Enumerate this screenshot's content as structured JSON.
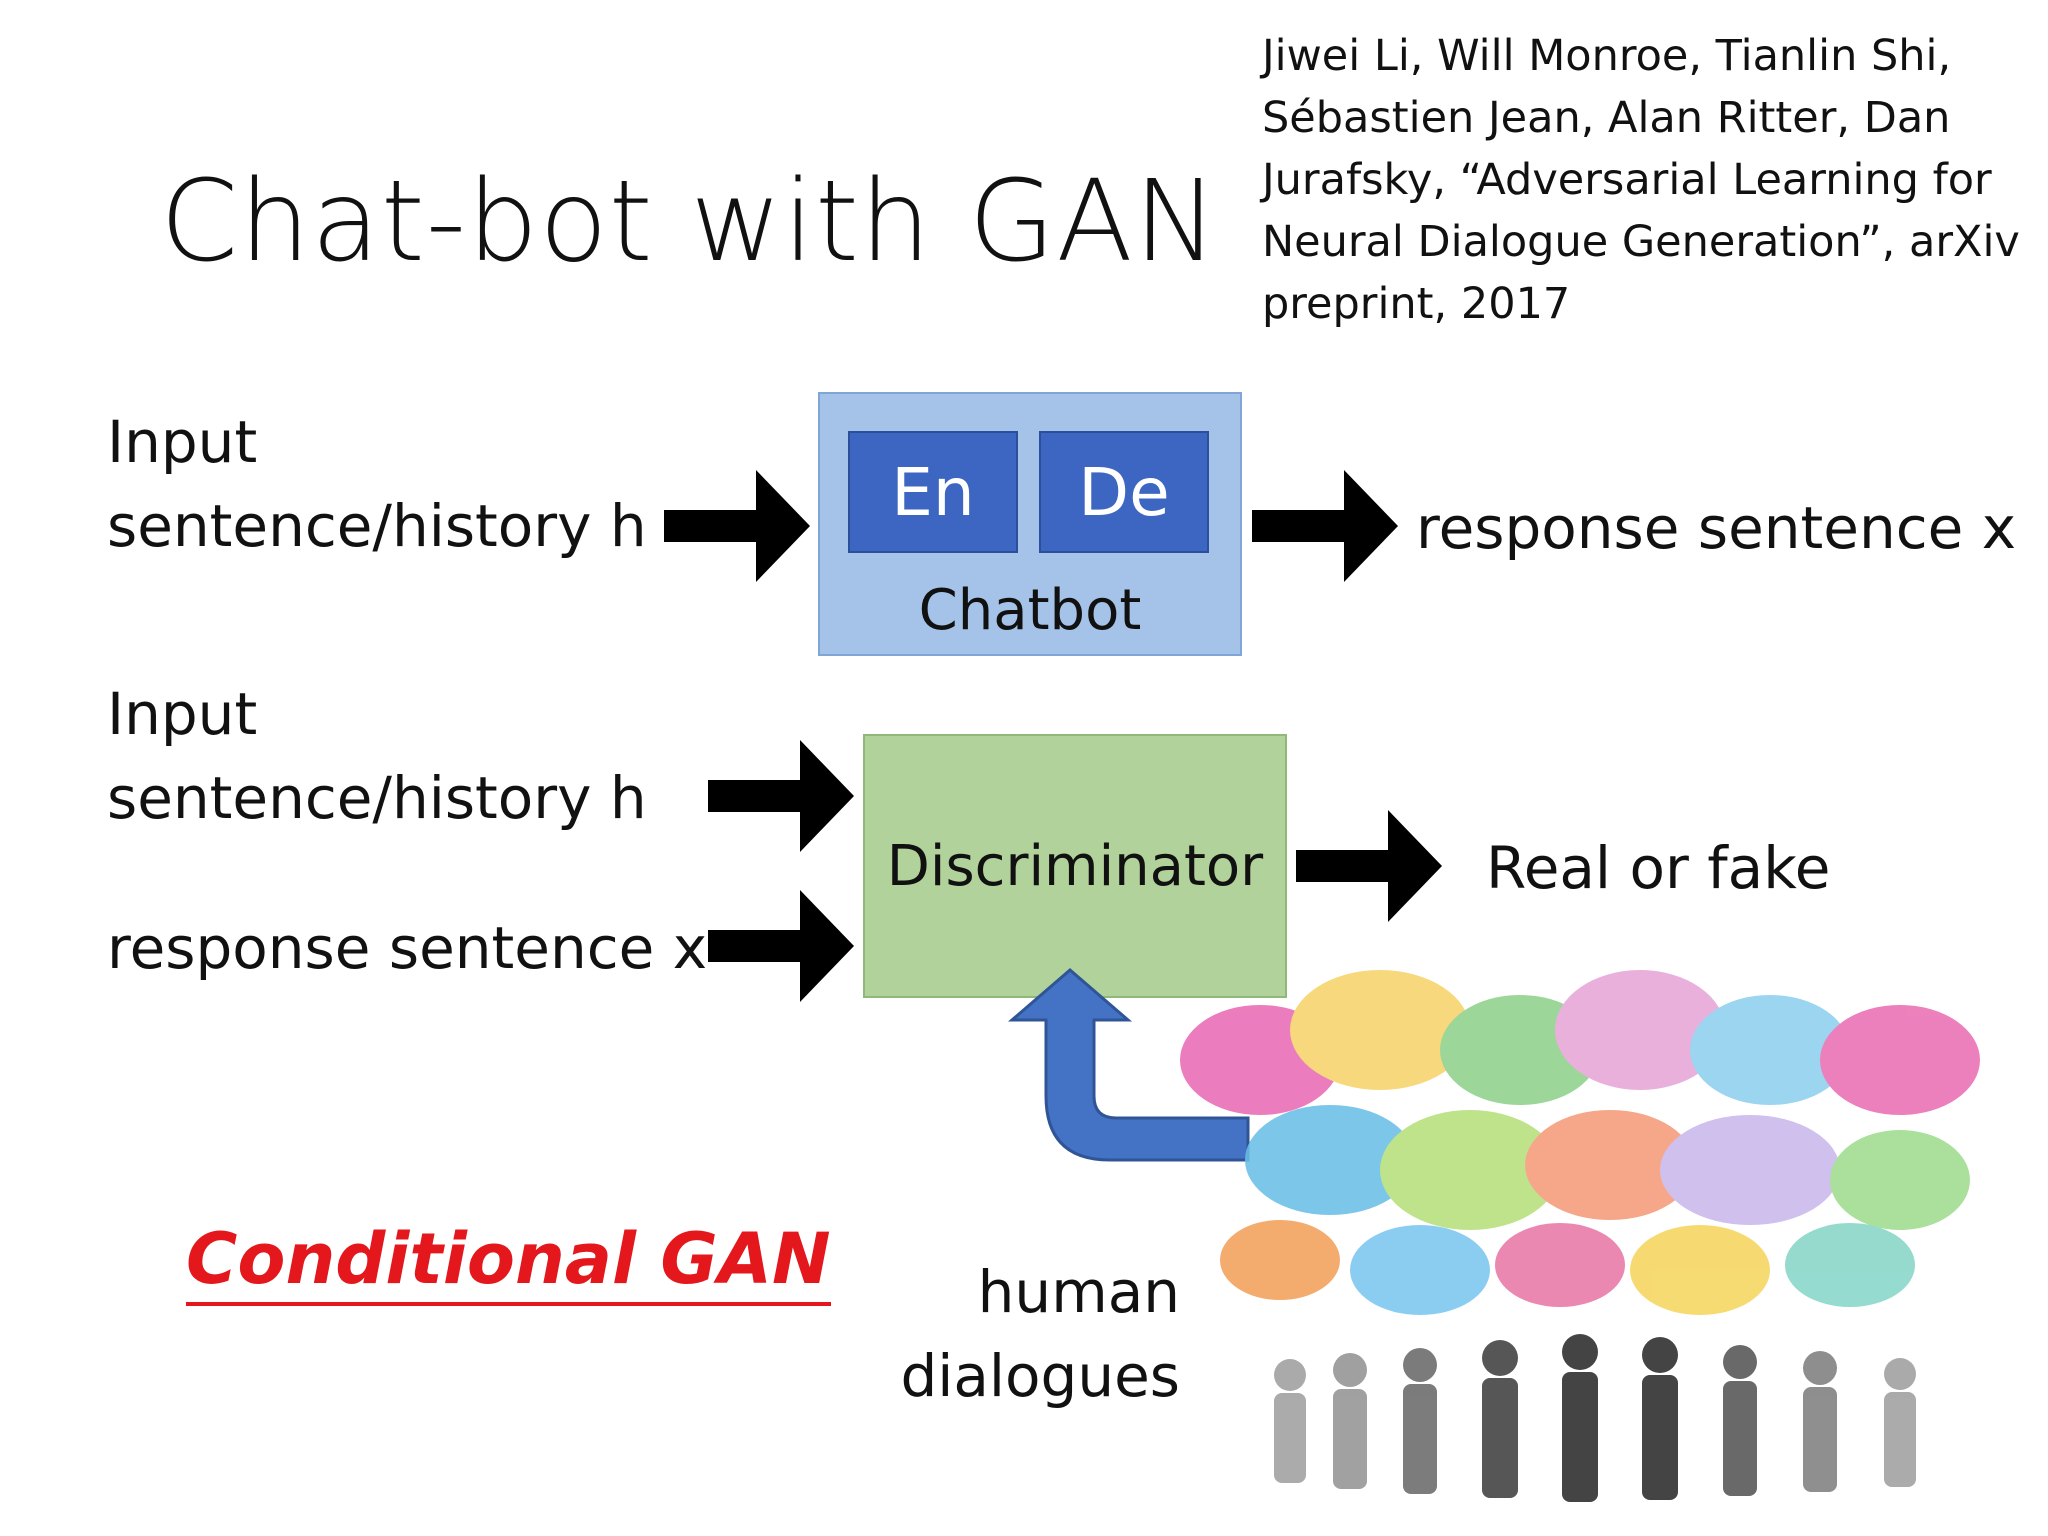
{
  "title": "Chat-bot with GAN",
  "citation": "Jiwei Li, Will Monroe, Tianlin Shi, Sébastien Jean, Alan Ritter, Dan Jurafsky, “Adversarial Learning for Neural Dialogue Generation”, arXiv preprint, 2017",
  "chatbot_row": {
    "input_line1": "Input",
    "input_line2": "sentence/history h",
    "encoder": "En",
    "decoder": "De",
    "box_label": "Chatbot",
    "output": "response sentence x"
  },
  "discriminator_row": {
    "input_line1": "Input",
    "input_line2": "sentence/history h",
    "response_input": "response sentence x",
    "box_label": "Discriminator",
    "output": "Real or fake"
  },
  "conditional_label": "Conditional GAN",
  "human_line1": "human",
  "human_line2": "dialogues",
  "colors": {
    "chatbot_box": "#a5c3e8",
    "encoder_decoder": "#3c66c1",
    "discriminator_box": "#b1d39b",
    "arrow": "#000000",
    "feedback_arrow": "#4472c4",
    "conditional_text": "#e3171c"
  },
  "illustration": "speech-bubbles-and-crowd-image"
}
